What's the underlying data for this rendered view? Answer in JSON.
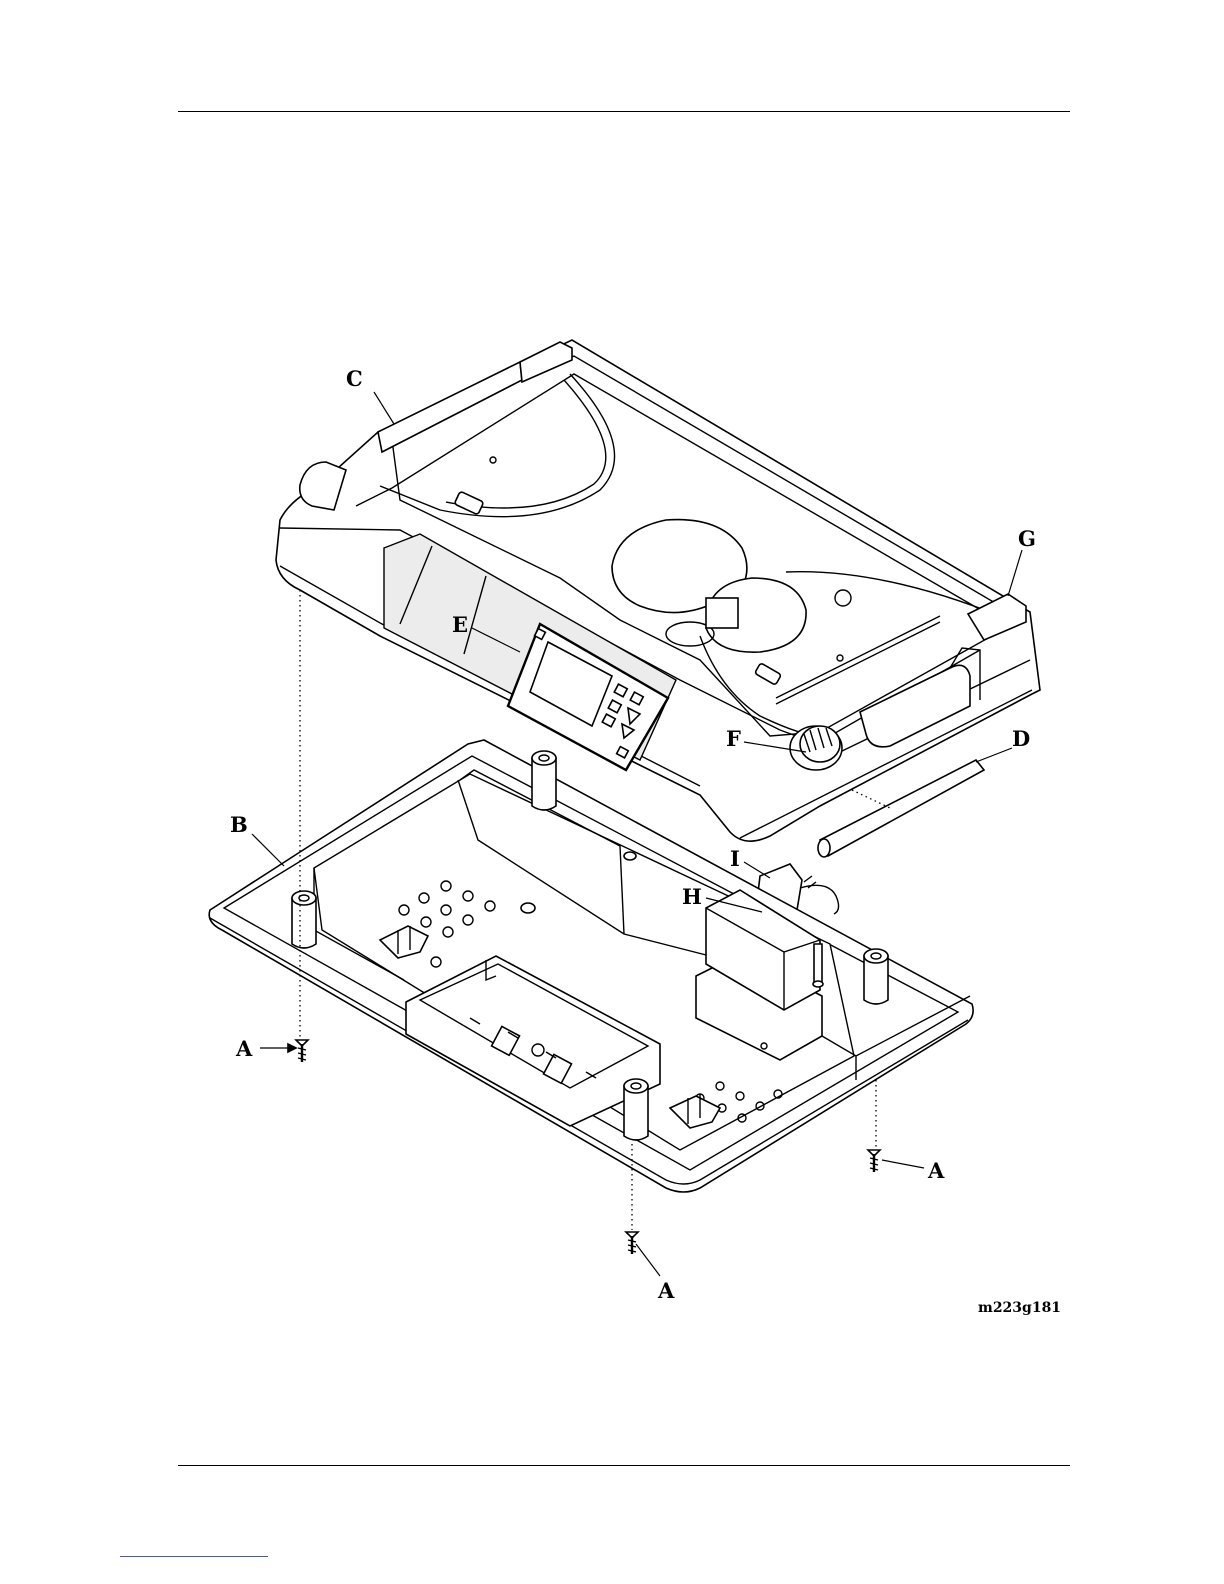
{
  "figure": {
    "id": "m223g181",
    "callouts": {
      "a1": "A",
      "a2": "A",
      "a3": "A",
      "b": "B",
      "c": "C",
      "d": "D",
      "e": "E",
      "f": "F",
      "g": "G",
      "h": "H",
      "i": "I"
    }
  }
}
